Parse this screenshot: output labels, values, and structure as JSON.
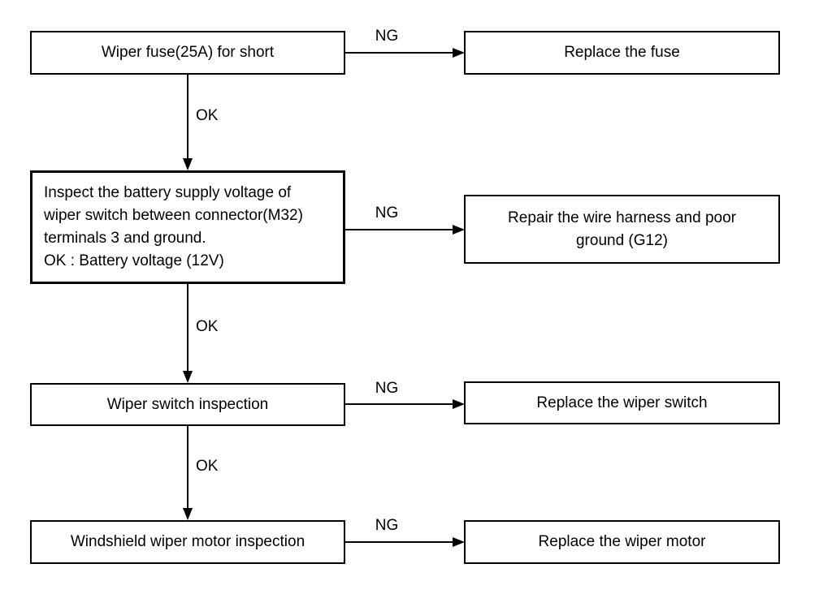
{
  "labels": {
    "ng": "NG",
    "ok": "OK"
  },
  "steps": [
    {
      "text": "Wiper fuse(25A) for short",
      "result": "Replace the fuse"
    },
    {
      "text": "Inspect the battery supply voltage of\nwiper switch between connector(M32)\nterminals 3 and ground.\nOK : Battery voltage (12V)",
      "result": "Repair the wire harness and poor\nground (G12)"
    },
    {
      "text": "Wiper switch inspection",
      "result": "Replace the wiper switch"
    },
    {
      "text": "Windshield wiper motor inspection",
      "result": "Replace the wiper motor"
    }
  ]
}
